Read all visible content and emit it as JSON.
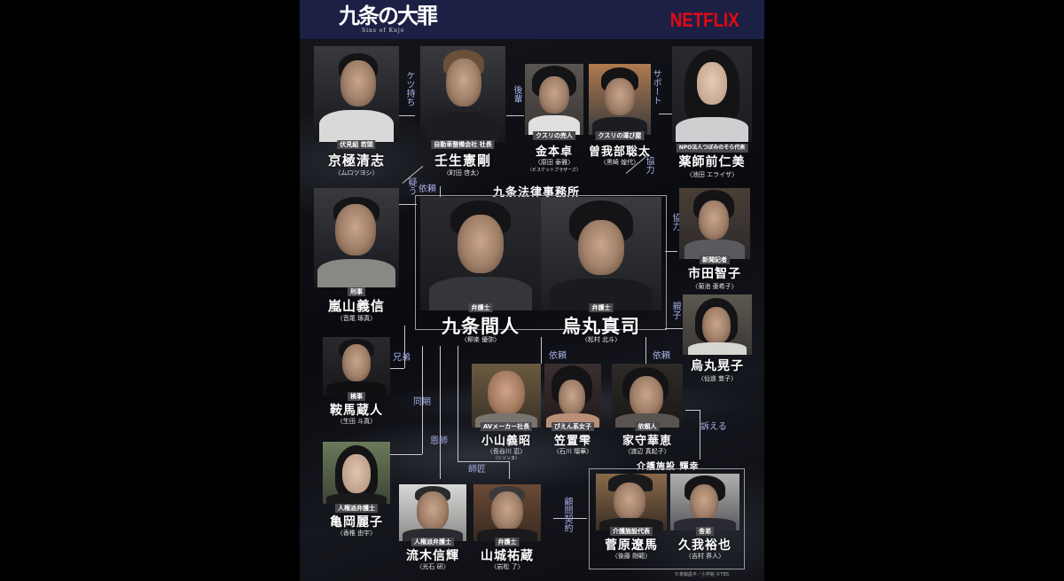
{
  "header": {
    "logo_title": "九条の大罪",
    "logo_subtitle": "Sins of Kujo",
    "brand": "NETFLIX",
    "brand_color": "#e50914",
    "header_bg": "#1c2044"
  },
  "groups": {
    "law_firm": "九条法律事務所",
    "care_facility": "介護施設 輝幸"
  },
  "characters": [
    {
      "id": "kyogoku",
      "role": "伏見組 若頭",
      "name": "京極清志",
      "actor": "〈ムロツヨシ〉"
    },
    {
      "id": "mibu",
      "role": "自動車整備会社 社長",
      "name": "壬生憲剛",
      "actor": "〈町田 啓太〉"
    },
    {
      "id": "kanemoto",
      "role": "クスリの売人",
      "name": "金本卓",
      "actor": "〈原田 泰雅〉",
      "actor_note": "〈ビスケットブラザーズ〉"
    },
    {
      "id": "sogabe",
      "role": "クスリの運び屋",
      "name": "曽我部聡太",
      "actor": "〈黒崎 煌代〉"
    },
    {
      "id": "yakushimae",
      "role": "NPO法人つぼみのそら代表",
      "name": "薬師前仁美",
      "actor": "〈池田 エライザ〉"
    },
    {
      "id": "arashiyama",
      "role": "刑事",
      "name": "嵐山義信",
      "actor": "〈音尾 琢真〉"
    },
    {
      "id": "kujo",
      "role": "弁護士",
      "name": "九条間人",
      "actor": "〈柳楽 優弥〉"
    },
    {
      "id": "karasuma",
      "role": "弁護士",
      "name": "烏丸真司",
      "actor": "〈松村 北斗〉"
    },
    {
      "id": "ichida",
      "role": "新聞記者",
      "name": "市田智子",
      "actor": "〈菊池 亜希子〉"
    },
    {
      "id": "karasuma_mother",
      "role": "",
      "name": "烏丸晃子",
      "actor": "〈仙道 敦子〉"
    },
    {
      "id": "kurama",
      "role": "検事",
      "name": "鞍馬蔵人",
      "actor": "〈生田 斗真〉"
    },
    {
      "id": "koyama",
      "role": "AVメーカー社長",
      "name": "小山義昭",
      "actor": "〈長谷川 忍〉",
      "actor_note": "〈シソンヌ〉"
    },
    {
      "id": "kasaoki",
      "role": "ぴえん系女子",
      "name": "笠置雫",
      "actor": "〈石川 瑠華〉"
    },
    {
      "id": "iemori",
      "role": "依頼人",
      "name": "家守華恵",
      "actor": "〈渡辺 真起子〉"
    },
    {
      "id": "kameoka",
      "role": "人権派弁護士",
      "name": "亀岡麗子",
      "actor": "〈香椎 由宇〉"
    },
    {
      "id": "nagareki",
      "role": "人権派弁護士",
      "name": "流木信輝",
      "actor": "〈光石 研〉"
    },
    {
      "id": "yamashiro",
      "role": "弁護士",
      "name": "山城祐蔵",
      "actor": "〈岩松 了〉"
    },
    {
      "id": "sugawara",
      "role": "介護施設代表",
      "name": "菅原遼馬",
      "actor": "〈後藤 剛範〉"
    },
    {
      "id": "kuga",
      "role": "舎弟",
      "name": "久我裕也",
      "actor": "〈吉村 界人〉"
    }
  ],
  "relations": {
    "ketsumochi": "ケツ持ち",
    "kohai": "後輩",
    "support": "サポート",
    "kyoryoku1": "協力",
    "utagau": "疑う",
    "irai1": "依頼",
    "kyoryoku2": "協力",
    "oyako": "親子",
    "kyodai": "兄弟",
    "irai2": "依頼",
    "irai3": "依頼",
    "doki": "同期",
    "onshi": "恩師",
    "shisho": "師匠",
    "uttaeru": "訴える",
    "komon": "顧問契約"
  },
  "copyright": "©真鍋昌平／小学館 ©TBS"
}
